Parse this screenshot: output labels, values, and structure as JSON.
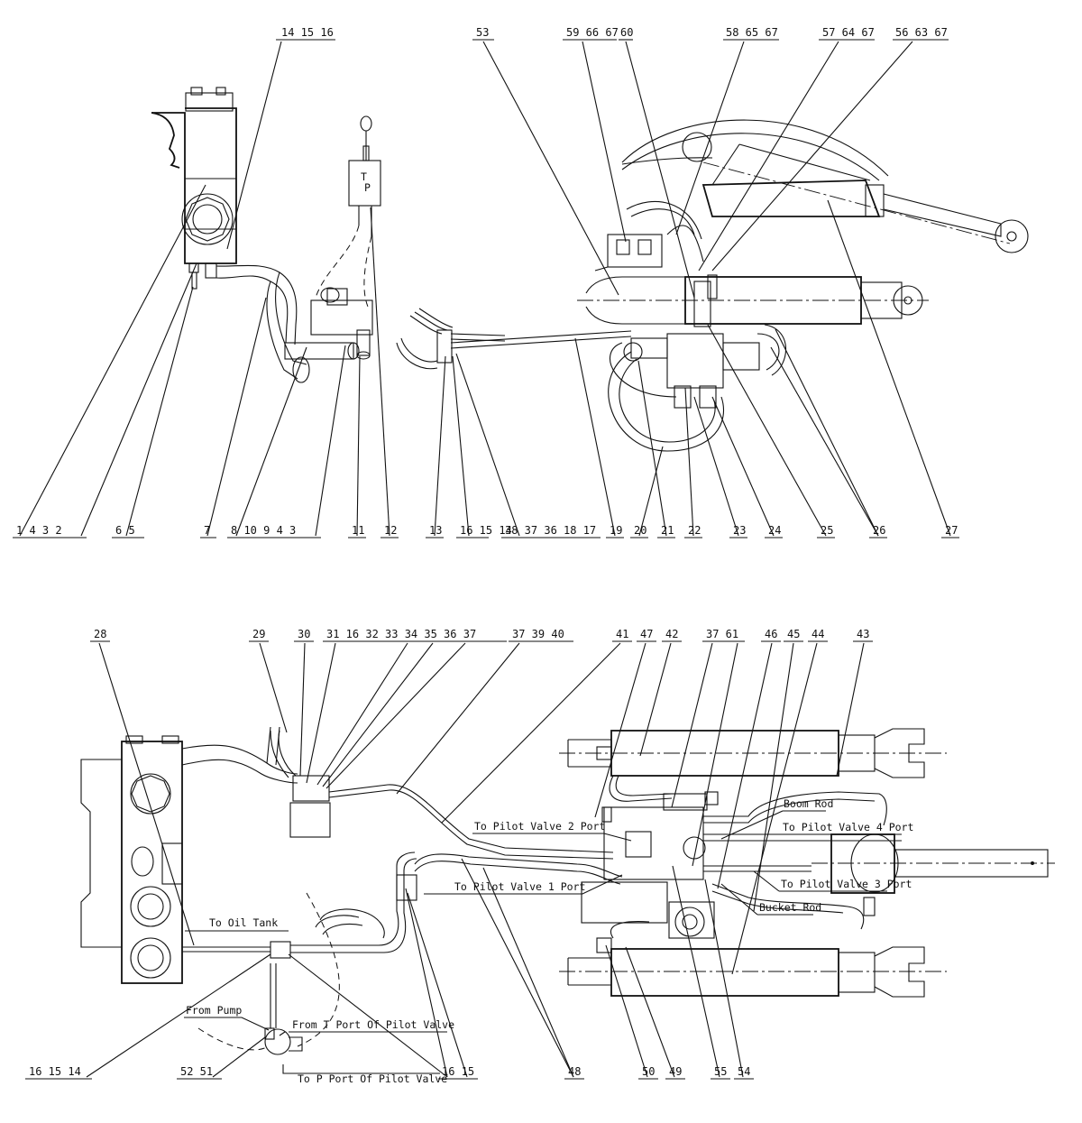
{
  "top_labels": [
    {
      "key": "t14",
      "text": "14 15 16"
    },
    {
      "key": "t53",
      "text": "53"
    },
    {
      "key": "t59",
      "text": "59 66 67"
    },
    {
      "key": "t60",
      "text": "60"
    },
    {
      "key": "t58",
      "text": "58 65 67"
    },
    {
      "key": "t57",
      "text": "57 64 67"
    },
    {
      "key": "t56",
      "text": "56 63 67"
    }
  ],
  "bottom_labels": [
    {
      "key": "b1",
      "text": "1 4 3 2"
    },
    {
      "key": "b6",
      "text": "6 5"
    },
    {
      "key": "b7",
      "text": "7"
    },
    {
      "key": "b8",
      "text": "8 10 9 4 3"
    },
    {
      "key": "b11",
      "text": "11"
    },
    {
      "key": "b12",
      "text": "12"
    },
    {
      "key": "b13",
      "text": "13"
    },
    {
      "key": "b16",
      "text": "16 15 14"
    },
    {
      "key": "b38",
      "text": "38 37 36 18 17"
    },
    {
      "key": "b19",
      "text": "19"
    },
    {
      "key": "b20",
      "text": "20"
    },
    {
      "key": "b21",
      "text": "21"
    },
    {
      "key": "b22",
      "text": "22"
    },
    {
      "key": "b23",
      "text": "23"
    },
    {
      "key": "b24",
      "text": "24"
    },
    {
      "key": "b25",
      "text": "25"
    },
    {
      "key": "b26",
      "text": "26"
    },
    {
      "key": "b27",
      "text": "27"
    }
  ],
  "lower_top_labels": [
    {
      "key": "l28",
      "text": "28"
    },
    {
      "key": "l29",
      "text": "29"
    },
    {
      "key": "l30",
      "text": "30"
    },
    {
      "key": "l31",
      "text": "31 16 32 33 34 35 36 37"
    },
    {
      "key": "l37b",
      "text": "37 39 40"
    },
    {
      "key": "l41",
      "text": "41"
    },
    {
      "key": "l47",
      "text": "47"
    },
    {
      "key": "l42",
      "text": "42"
    },
    {
      "key": "l37c",
      "text": "37 61"
    },
    {
      "key": "l46",
      "text": "46"
    },
    {
      "key": "l45",
      "text": "45"
    },
    {
      "key": "l44",
      "text": "44"
    },
    {
      "key": "l43",
      "text": "43"
    }
  ],
  "lower_bottom_labels": [
    {
      "key": "m16",
      "text": "16 15 14"
    },
    {
      "key": "m52",
      "text": "52 51"
    },
    {
      "key": "m16b",
      "text": "16 15"
    },
    {
      "key": "m48",
      "text": "48"
    },
    {
      "key": "m50",
      "text": "50"
    },
    {
      "key": "m49",
      "text": "49"
    },
    {
      "key": "m55",
      "text": "55"
    },
    {
      "key": "m54",
      "text": "54"
    }
  ],
  "annotations": {
    "to_oil_tank": "To Oil Tank",
    "from_pump": "From Pump",
    "from_t_port": "From T Port Of Pilot Valve",
    "to_p_port": "To P Port Of Pilot Valve",
    "to_pilot_2": "To Pilot Valve 2 Port",
    "to_pilot_1": "To Pilot Valve 1 Port",
    "boom_rod": "Boom Rod",
    "to_pilot_4": "To Pilot Valve 4 Port",
    "to_pilot_3": "To Pilot Valve 3 Port",
    "bucket_rod": "Bucket Rod"
  },
  "handle_letters": {
    "t": "T",
    "p": "P"
  }
}
